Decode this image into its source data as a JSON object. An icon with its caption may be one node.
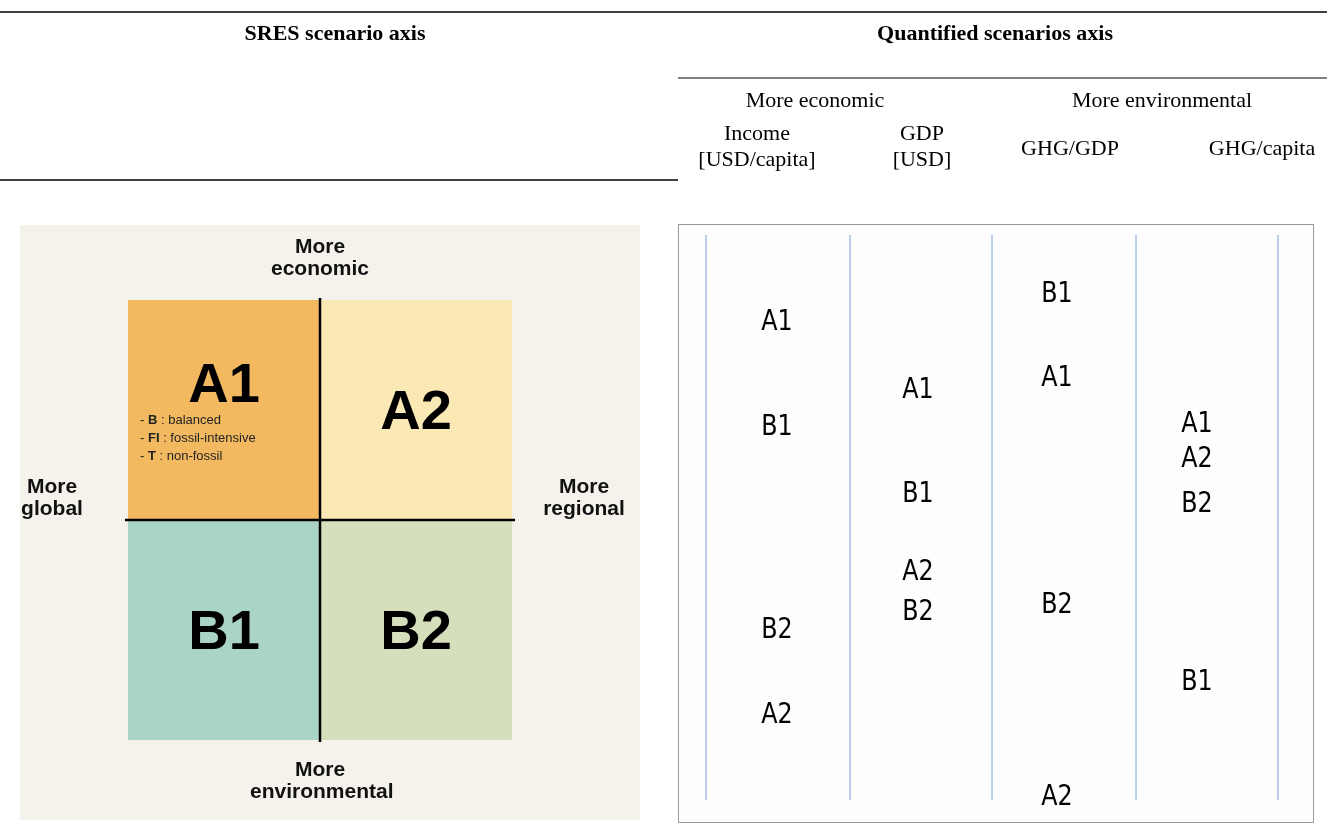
{
  "diagram": {
    "nodes": [
      {
        "text": [
          "A1",
          "- **B** : balanced",
          "- **FI** : fossil-intensive",
          "- **T** : non-fossil"
        ]
      },
      {
        "text": [
          "A2"
        ]
      },
      {
        "text": [
          "B1"
        ]
      },
      {
        "text": [
          "B2"
        ]
      }
    ],
    "labels": [
      "SRES scenario axis",
      "Quantified scenarios axis",
      "More economic",
      "More environmental",
      "Income [USD/capita]",
      "GDP [USD]",
      "GHG/GDP",
      "GHG/capita",
      "More economic",
      "More global",
      "More regional",
      "More environmental",
      "A1",
      "B1",
      "B2",
      "A2",
      "A1",
      "B1",
      "A2",
      "B2",
      "B1",
      "A1",
      "B2",
      "A2",
      "A1",
      "A2",
      "B2",
      "B1"
    ]
  }
}
